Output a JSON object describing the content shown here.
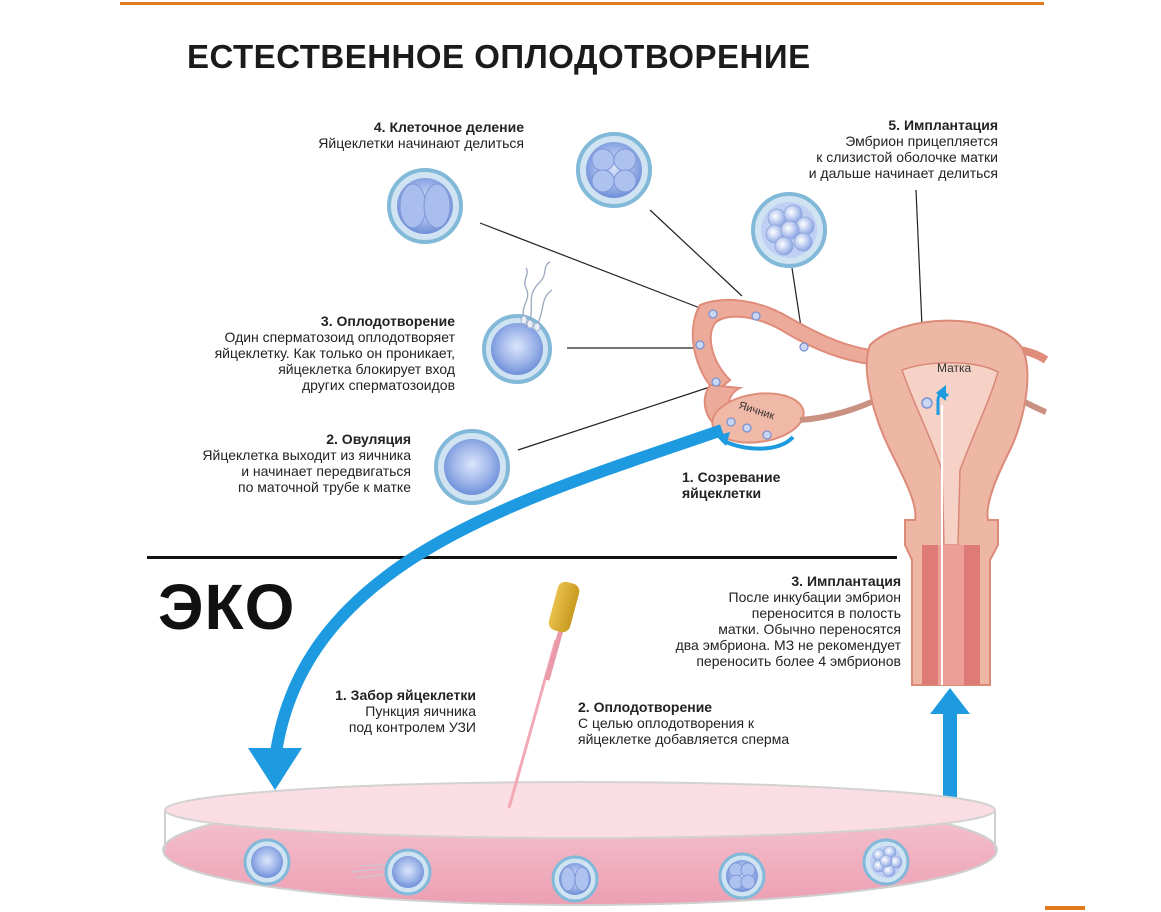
{
  "colors": {
    "accent_orange": "#e07a1c",
    "arrow_blue": "#1e9be0",
    "uterus_pink": "#e9a28f",
    "dish_pink": "#f2b8c6",
    "cell_blue": "#8aa6e0"
  },
  "title": "ЕСТЕСТВЕННОЕ ОПЛОДОТВОРЕНИЕ",
  "eco_title": "ЭКО",
  "natural": {
    "cell_division": {
      "heading": "4. Клеточное деление",
      "lines": [
        "Яйцеклетки начинают делиться"
      ]
    },
    "implantation": {
      "heading": "5. Имплантация",
      "lines": [
        "Эмбрион прицепляется",
        "к слизистой оболочке матки",
        "и дальше начинает делиться"
      ]
    },
    "fertilization": {
      "heading": "3. Оплодотворение",
      "lines": [
        "Один сперматозоид оплодотворяет",
        "яйцеклетку. Как только он проникает,",
        "яйцеклетка блокирует вход",
        "других сперматозоидов"
      ]
    },
    "ovulation": {
      "heading": "2. Овуляция",
      "lines": [
        "Яйцеклетка выходит из яичника",
        "и начинает передвигаться",
        "по маточной трубе к матке"
      ]
    },
    "maturation": {
      "heading_lines": [
        "1. Созревание",
        "яйцеклетки"
      ]
    },
    "labels": {
      "ovary": "Яичник",
      "uterus": "Матка"
    }
  },
  "ivf": {
    "retrieval": {
      "heading": "1. Забор яйцеклетки",
      "lines": [
        "Пункция яичника",
        "под контролем УЗИ"
      ]
    },
    "fertilization": {
      "heading": "2. Оплодотворение",
      "lines": [
        "С целью оплодотворения к",
        "яйцеклетке добавляется сперма"
      ]
    },
    "implantation": {
      "heading": "3. Имплантация",
      "lines": [
        "После инкубации эмбрион",
        "переносится в полость",
        "матки. Обычно переносятся",
        "два эмбриона. МЗ не рекомендует",
        "переносить более 4 эмбрионов"
      ]
    }
  }
}
